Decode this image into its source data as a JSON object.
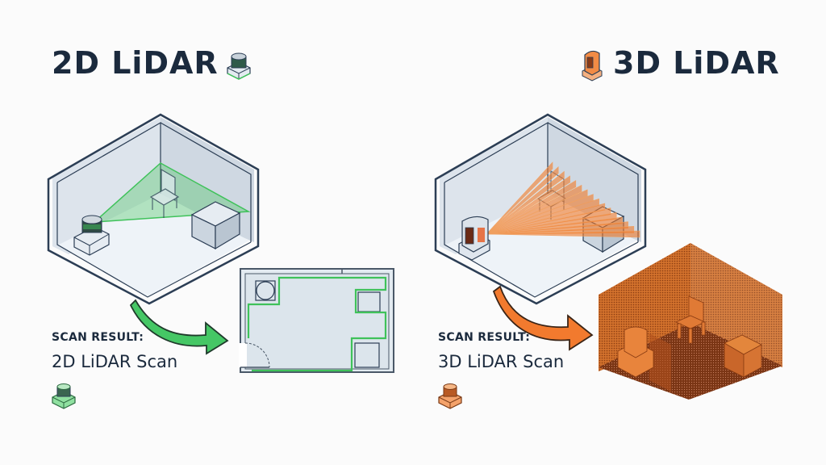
{
  "left_panel": {
    "title": "2D LiDAR",
    "title_icon": "lidar-2d-sensor-icon",
    "scan_label": "SCAN RESULT:",
    "scan_name": "2D LiDAR Scan",
    "result_icon": "lidar-2d-sensor-icon",
    "accent_color": "#3fc25a",
    "scene": [
      "room-isometric",
      "lidar-sensor",
      "chair",
      "box",
      "scan-plane"
    ],
    "result": "floor-plan-outline"
  },
  "right_panel": {
    "title": "3D LiDAR",
    "title_icon": "lidar-3d-sensor-icon",
    "scan_label": "SCAN RESULT:",
    "scan_name": "3D LiDAR Scan",
    "result_icon": "lidar-3d-sensor-icon",
    "accent_color": "#f07a2a",
    "scene": [
      "room-isometric",
      "lidar-sensor",
      "chair",
      "box",
      "scan-rays"
    ],
    "result": "point-cloud-room"
  },
  "colors": {
    "text": "#1b2a3d",
    "room_wall": "#dfe6ee",
    "room_floor": "#eef3f8",
    "outline": "#2c3e55",
    "green": "#3fc25a",
    "orange": "#f07a2a",
    "point_cloud": "#c8621e"
  }
}
